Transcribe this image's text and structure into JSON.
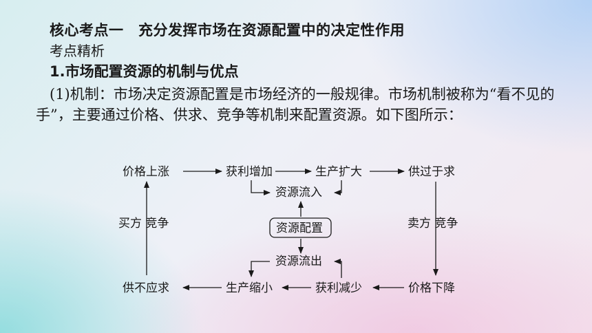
{
  "heading": "核心考点一　充分发挥市场在资源配置中的决定性作用",
  "subheading": "考点精析",
  "section_title": "1.市场配置资源的机制与优点",
  "paragraph": "(1)机制：市场决定资源配置是市场经济的一般规律。市场机制被称为“看不见的手”，主要通过价格、供求、竞争等机制来配置资源。如下图所示：",
  "diagram": {
    "price_rise": "价格上涨",
    "profit_increase": "获利增加",
    "production_expand": "生产扩大",
    "supply_exceeds_demand": "供过于求",
    "resource_inflow": "资源流入",
    "resource_allocation": "资源配置",
    "resource_outflow": "资源流出",
    "supply_short": "供不应求",
    "production_shrink": "生产缩小",
    "profit_decrease": "获利减少",
    "price_fall": "价格下降",
    "buyer_competition": "买方 竞争",
    "seller_competition": "卖方 竞争"
  }
}
